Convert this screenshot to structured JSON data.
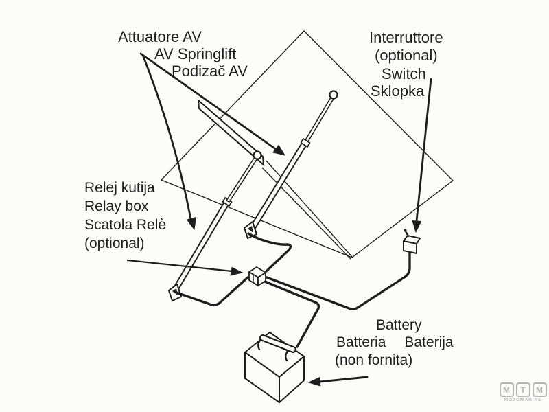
{
  "colors": {
    "ink": "#1e1e1e",
    "background": "#fcfcfb",
    "logo_gray": "#b5b3b3"
  },
  "labels": {
    "actuator": {
      "line1": "Attuatore AV",
      "line2": "AV Springlift",
      "line3": "Podizač AV"
    },
    "switch": {
      "line1": "Interruttore",
      "line2": "(optional)",
      "line3": "Switch",
      "line4": "Sklopka"
    },
    "relay": {
      "line1": "Relej kutija",
      "line2": "Relay box",
      "line3": "Scatola Relè",
      "line4": "(optional)"
    },
    "battery": {
      "line1": "Battery",
      "line2a": "Batteria",
      "line2b": "Baterija",
      "line3": "(non fornita)"
    }
  },
  "logo": {
    "letter1": "M",
    "letter2": "T",
    "letter3": "M",
    "subtitle": "MOTOMARINE"
  }
}
